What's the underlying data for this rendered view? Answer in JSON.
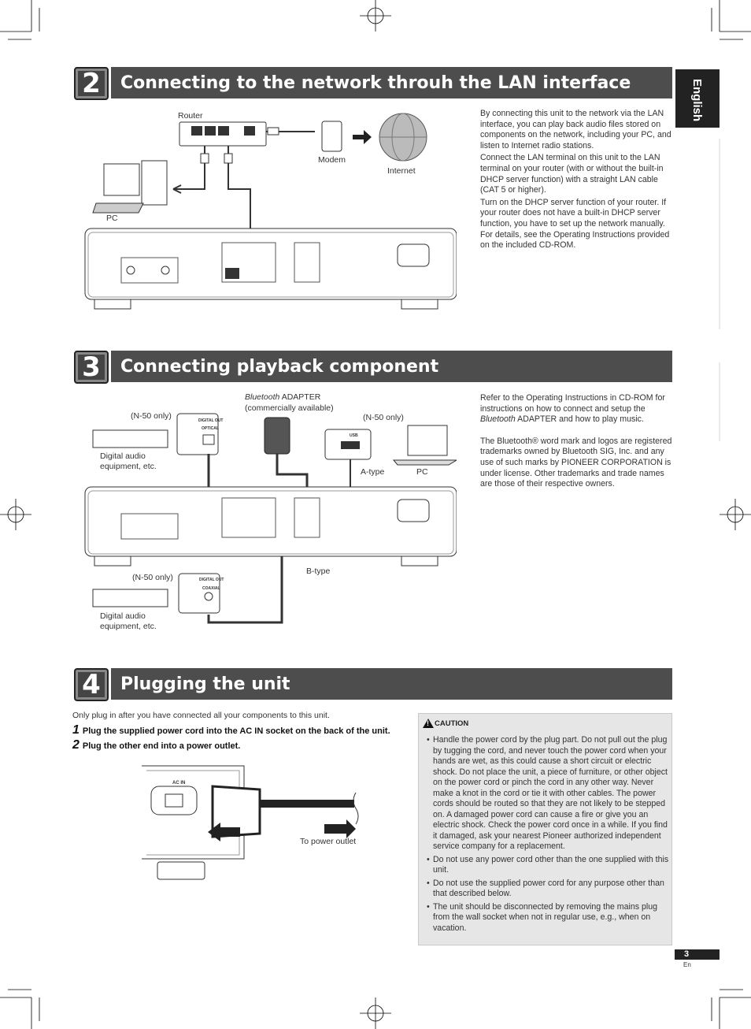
{
  "side_tab": {
    "label": "English"
  },
  "section2": {
    "number": "2",
    "title": "Connecting to the network throuh the LAN interface",
    "labels": {
      "router": "Router",
      "modem": "Modem",
      "internet": "Internet",
      "pc": "PC"
    },
    "paragraphs": [
      "By connecting this unit to the network via the LAN interface, you can play back audio files stored on components on the network, including your PC, and listen to Internet radio stations.",
      "Connect the LAN terminal on this unit to the LAN terminal on your router (with or without the built-in DHCP server function) with a straight LAN cable (CAT 5 or higher).",
      "Turn on the DHCP server function of your router. If your router does not have a built-in DHCP server function, you have to set up the network manually. For details, see the Operating Instructions provided on the included CD-ROM."
    ]
  },
  "section3": {
    "number": "3",
    "title": "Connecting playback component",
    "labels": {
      "bt_italic": "Bluetooth",
      "bt_adapter": " ADAPTER",
      "bt_sub": "(commercially available)",
      "n50_1": "(N-50 only)",
      "n50_2": "(N-50 only)",
      "n50_3": "(N-50 only)",
      "digital_audio_1": "Digital audio",
      "equipment_1": "equipment, etc.",
      "digital_audio_2": "Digital audio",
      "equipment_2": "equipment, etc.",
      "a_type": "A-type",
      "pc": "PC",
      "b_type": "B-type",
      "optical_hdr": "DIGITAL OUT",
      "optical": "OPTICAL",
      "coaxial_hdr": "DIGITAL OUT",
      "coaxial": "COAXIAL",
      "usb": "USB"
    },
    "para1_a": "Refer to the Operating Instructions in CD-ROM for instructions on how to connect and setup the ",
    "para1_italic": "Bluetooth",
    "para1_b": " ADAPTER and how to play music.",
    "para2": "The Bluetooth® word mark and logos are registered trademarks owned by Bluetooth SIG, Inc. and any use of such marks by PIONEER CORPORATION is under license. Other trademarks and trade names are those of their respective owners."
  },
  "section4": {
    "number": "4",
    "title": "Plugging the unit",
    "intro": "Only plug in after you have connected all your components to this unit.",
    "steps": [
      {
        "n": "1",
        "text": "Plug the supplied power cord into the AC IN socket on the back of the unit."
      },
      {
        "n": "2",
        "text": "Plug the other end into a power outlet."
      }
    ],
    "labels": {
      "ac_in": "AC IN",
      "to_outlet": "To power outlet"
    },
    "caution_title": "CAUTION",
    "caution_items": [
      "Handle the power cord by the plug part. Do not pull out the plug by tugging the cord, and never touch the power cord when your hands are wet, as this could cause a short circuit or electric shock. Do not place the unit, a piece of furniture, or other object on the power cord or pinch the cord in any other way. Never make a knot in the cord or tie it with other cables. The power cords should be routed so that they are not likely to be stepped on. A damaged power cord can cause a fire or give you an electric shock. Check the power cord once in a while. If you find it damaged, ask your nearest Pioneer authorized independent service company for a replacement.",
      "Do not use any power cord other than the one supplied with this unit.",
      "Do not use the supplied power cord for any purpose other than that described below.",
      "The unit should be disconnected by removing the mains plug from the wall socket when not in regular use, e.g., when on vacation."
    ]
  },
  "page": {
    "number": "3",
    "sub": "En"
  }
}
